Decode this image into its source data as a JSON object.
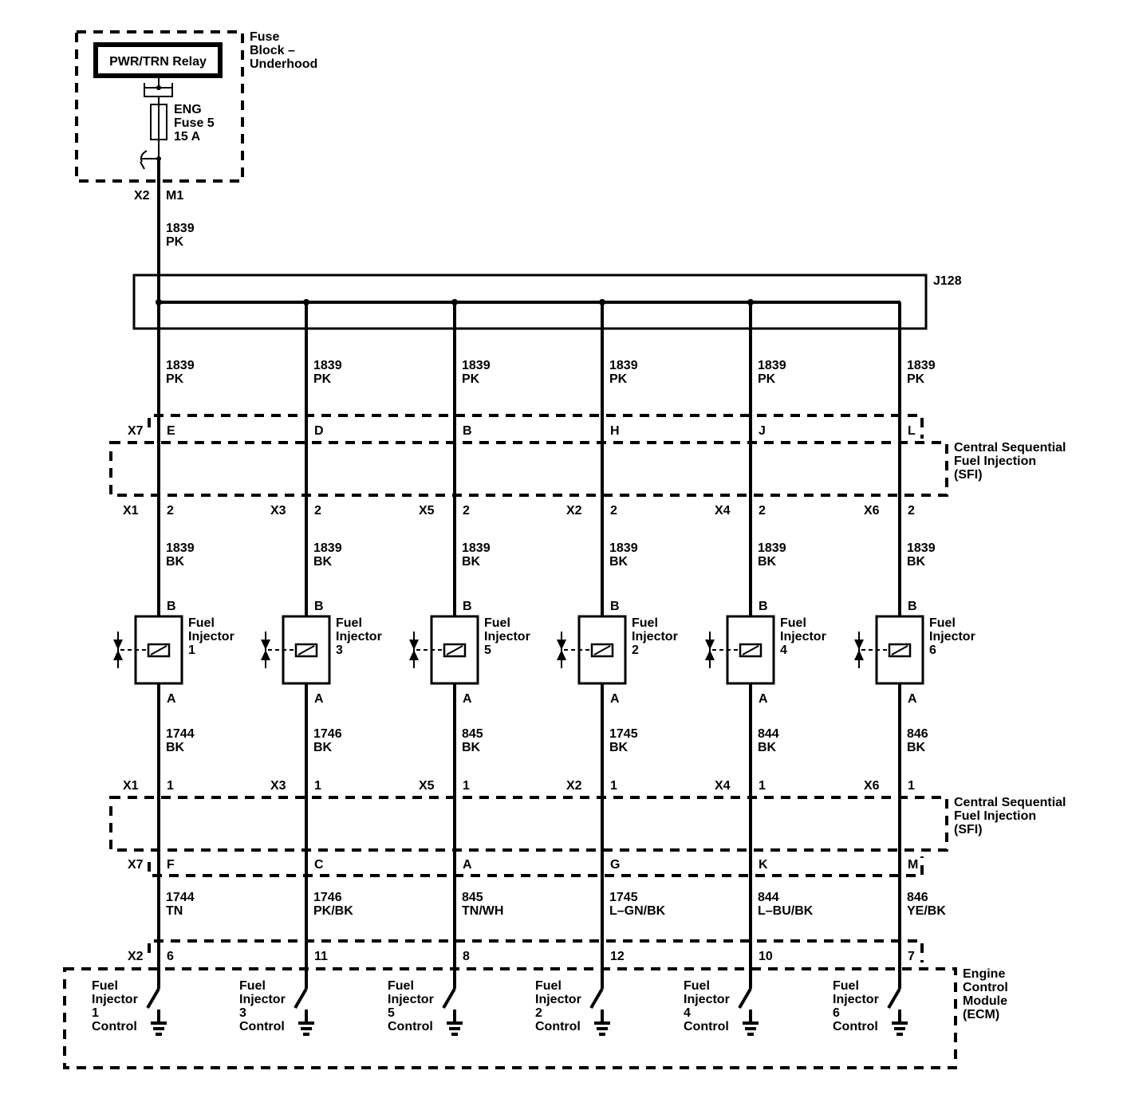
{
  "fuse_block": {
    "label_lines": [
      "Fuse",
      "Block –",
      "Underhood"
    ],
    "relay": "PWR/TRN Relay",
    "fuse_lines": [
      "ENG",
      "Fuse 5",
      "15 A"
    ],
    "connector": "X2",
    "pin": "M1"
  },
  "feed_wire": {
    "circuit": "1839",
    "color": "PK"
  },
  "splice": {
    "name": "J128"
  },
  "upper_connector": {
    "name": "X7"
  },
  "sfi": {
    "label_lines": [
      "Central Sequential",
      "Fuel Injection",
      "(SFI)"
    ]
  },
  "lower_connector": {
    "name": "X7"
  },
  "ecm_connector": {
    "name": "X2"
  },
  "ecm": {
    "label_lines": [
      "Engine",
      "Control",
      "Module",
      "(ECM)"
    ]
  },
  "injectors": [
    {
      "splice_circuit": "1839",
      "splice_color": "PK",
      "x7_pin": "E",
      "conn": "X1",
      "b_pin": "2",
      "b_circuit": "1839",
      "b_color": "BK",
      "pin_b": "B",
      "label_lines": [
        "Fuel",
        "Injector",
        "1"
      ],
      "pin_a": "A",
      "a_circuit": "1744",
      "a_color": "BK",
      "a_pin": "1",
      "x7_low_pin": "F",
      "ecm_circuit": "1744",
      "ecm_color": "TN",
      "ecm_pin": "6",
      "control_lines": [
        "Fuel",
        "Injector",
        "1",
        "Control"
      ]
    },
    {
      "splice_circuit": "1839",
      "splice_color": "PK",
      "x7_pin": "D",
      "conn": "X3",
      "b_pin": "2",
      "b_circuit": "1839",
      "b_color": "BK",
      "pin_b": "B",
      "label_lines": [
        "Fuel",
        "Injector",
        "3"
      ],
      "pin_a": "A",
      "a_circuit": "1746",
      "a_color": "BK",
      "a_pin": "1",
      "x7_low_pin": "C",
      "ecm_circuit": "1746",
      "ecm_color": "PK/BK",
      "ecm_pin": "11",
      "control_lines": [
        "Fuel",
        "Injector",
        "3",
        "Control"
      ]
    },
    {
      "splice_circuit": "1839",
      "splice_color": "PK",
      "x7_pin": "B",
      "conn": "X5",
      "b_pin": "2",
      "b_circuit": "1839",
      "b_color": "BK",
      "pin_b": "B",
      "label_lines": [
        "Fuel",
        "Injector",
        "5"
      ],
      "pin_a": "A",
      "a_circuit": "845",
      "a_color": "BK",
      "a_pin": "1",
      "x7_low_pin": "A",
      "ecm_circuit": "845",
      "ecm_color": "TN/WH",
      "ecm_pin": "8",
      "control_lines": [
        "Fuel",
        "Injector",
        "5",
        "Control"
      ]
    },
    {
      "splice_circuit": "1839",
      "splice_color": "PK",
      "x7_pin": "H",
      "conn": "X2",
      "b_pin": "2",
      "b_circuit": "1839",
      "b_color": "BK",
      "pin_b": "B",
      "label_lines": [
        "Fuel",
        "Injector",
        "2"
      ],
      "pin_a": "A",
      "a_circuit": "1745",
      "a_color": "BK",
      "a_pin": "1",
      "x7_low_pin": "G",
      "ecm_circuit": "1745",
      "ecm_color": "L–GN/BK",
      "ecm_pin": "12",
      "control_lines": [
        "Fuel",
        "Injector",
        "2",
        "Control"
      ]
    },
    {
      "splice_circuit": "1839",
      "splice_color": "PK",
      "x7_pin": "J",
      "conn": "X4",
      "b_pin": "2",
      "b_circuit": "1839",
      "b_color": "BK",
      "pin_b": "B",
      "label_lines": [
        "Fuel",
        "Injector",
        "4"
      ],
      "pin_a": "A",
      "a_circuit": "844",
      "a_color": "BK",
      "a_pin": "1",
      "x7_low_pin": "K",
      "ecm_circuit": "844",
      "ecm_color": "L–BU/BK",
      "ecm_pin": "10",
      "control_lines": [
        "Fuel",
        "Injector",
        "4",
        "Control"
      ]
    },
    {
      "splice_circuit": "1839",
      "splice_color": "PK",
      "x7_pin": "L",
      "conn": "X6",
      "b_pin": "2",
      "b_circuit": "1839",
      "b_color": "BK",
      "pin_b": "B",
      "label_lines": [
        "Fuel",
        "Injector",
        "6"
      ],
      "pin_a": "A",
      "a_circuit": "846",
      "a_color": "BK",
      "a_pin": "1",
      "x7_low_pin": "M",
      "ecm_circuit": "846",
      "ecm_color": "YE/BK",
      "ecm_pin": "7",
      "control_lines": [
        "Fuel",
        "Injector",
        "6",
        "Control"
      ]
    }
  ]
}
